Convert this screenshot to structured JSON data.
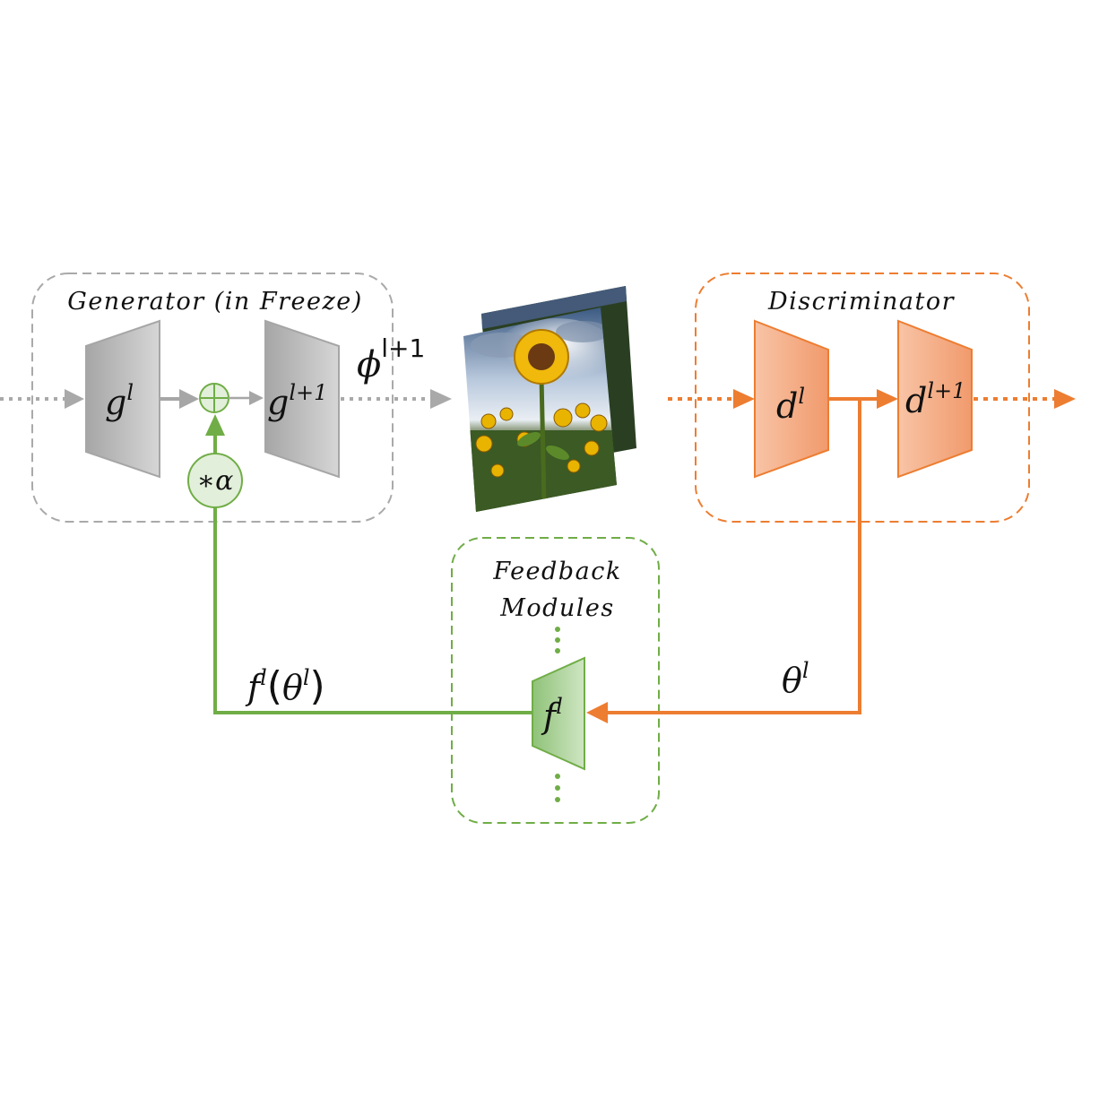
{
  "labels": {
    "generator": "Generator (in Freeze)",
    "discriminator": "Discriminator",
    "feedback_line1": "Feedback",
    "feedback_line2": "Modules"
  },
  "math": {
    "g_base": "g",
    "g_sup": "l",
    "g_next_base": "g",
    "g_next_sup": "l+1",
    "phi_base": "ϕ",
    "phi_sup": "l+1",
    "d_base": "d",
    "d_sup": "l",
    "d_next_base": "d",
    "d_next_sup": "l+1",
    "f_base": "f",
    "f_sup": "l",
    "alpha": "∗α",
    "theta_base": "θ",
    "theta_sup": "l",
    "ftheta_f": "f",
    "ftheta_fsup": "l",
    "ftheta_open": "(",
    "ftheta_theta": "θ",
    "ftheta_tsup": "l",
    "ftheta_close": ")"
  },
  "colors": {
    "gray": "#9e9e9e",
    "orange": "#ed7d31",
    "green": "#70ad47"
  }
}
